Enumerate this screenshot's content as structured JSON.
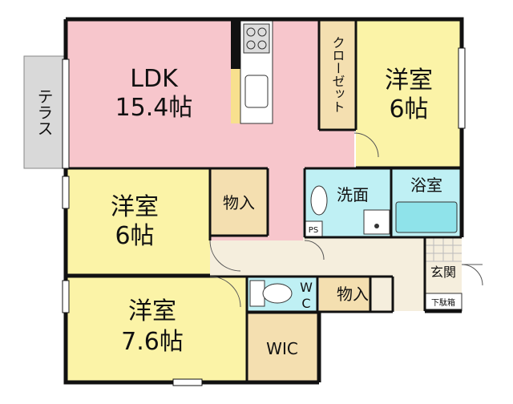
{
  "rooms": {
    "ldk": {
      "name": "LDK",
      "size": "15.4帖"
    },
    "bed_ne": {
      "name": "洋室",
      "size": "6帖"
    },
    "bed_w": {
      "name": "洋室",
      "size": "6帖"
    },
    "bed_sw": {
      "name": "洋室",
      "size": "7.6帖"
    },
    "closet": {
      "name": "クローゼット"
    },
    "storage_mid": {
      "name": "物入"
    },
    "storage_lower": {
      "name": "物入"
    },
    "washroom": {
      "name": "洗面"
    },
    "bathroom": {
      "name": "浴室"
    },
    "entrance": {
      "name": "玄関"
    },
    "shoe_box": {
      "name": "下駄箱"
    },
    "wc": {
      "name_1": "W",
      "name_2": "C"
    },
    "wic": {
      "name": "WIC"
    },
    "ps": {
      "name": "PS"
    },
    "terrace": {
      "name": "テラス"
    }
  },
  "colors": {
    "ldk": "#f7c6cc",
    "bedroom": "#fbf3a7",
    "storage": "#f4dfb0",
    "wet": "#bff0f4",
    "hall": "#f5eedd",
    "terrace": "#d9d9d9",
    "kitchen_counter": "#f8e08e",
    "bath_tub": "#8fe3ea"
  }
}
